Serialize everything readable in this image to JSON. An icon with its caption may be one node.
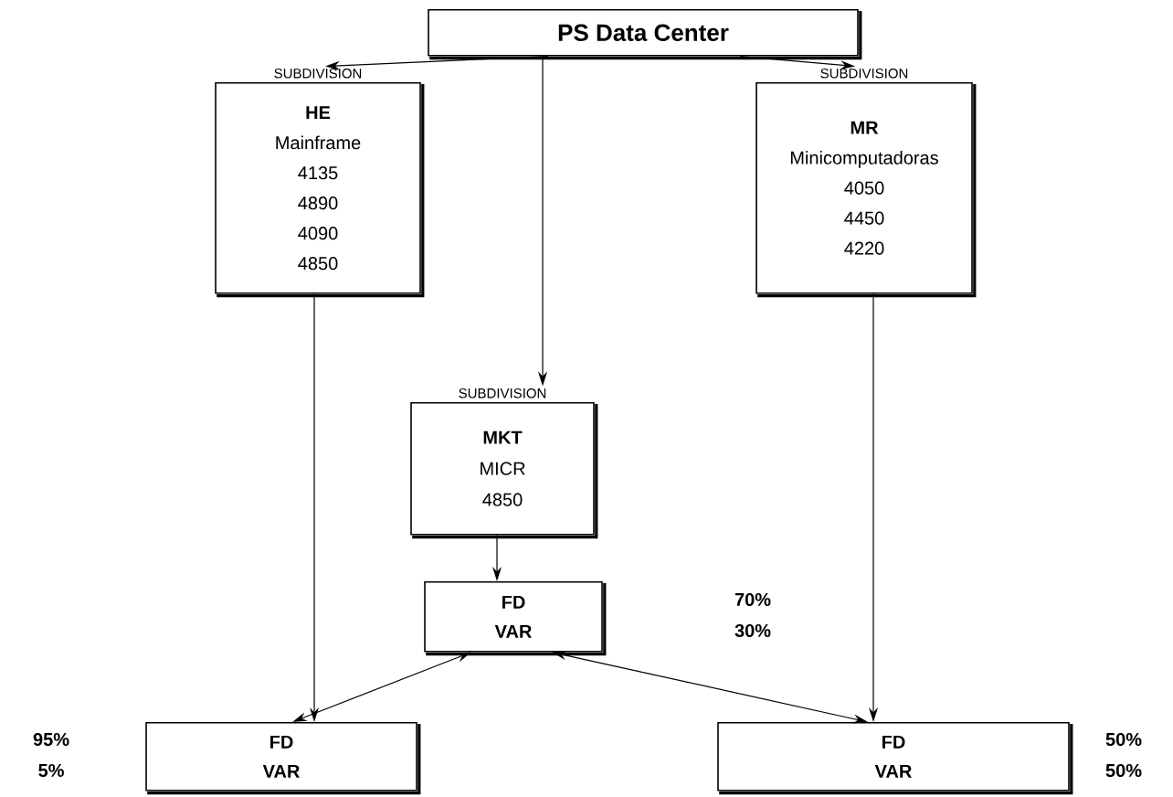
{
  "diagram": {
    "nodes": [
      {
        "text": [
          "PS Data Center"
        ]
      },
      {
        "text": [
          "SUBDIVISION",
          "HE",
          "Mainframe",
          "4135",
          "4890",
          "4090",
          "4850"
        ]
      },
      {
        "text": [
          "SUBDIVISION",
          "MR",
          "Minicomputadoras",
          "4050",
          "4450",
          "4220"
        ]
      },
      {
        "text": [
          "SUBDIVISION",
          "MKT",
          "MICR",
          "4850"
        ]
      },
      {
        "text": [
          "FD",
          "VAR"
        ],
        "beside": [
          "70%",
          "30%"
        ]
      },
      {
        "text": [
          "FD",
          "VAR"
        ],
        "beside": [
          "95%",
          "5%"
        ]
      },
      {
        "text": [
          "FD",
          "VAR"
        ],
        "beside": [
          "50%",
          "50%"
        ]
      }
    ],
    "edges": [
      {
        "from": 0,
        "to": 1,
        "arrow": "to"
      },
      {
        "from": 0,
        "to": 3,
        "arrow": "to"
      },
      {
        "from": 0,
        "to": 2,
        "arrow": "to"
      },
      {
        "from": 3,
        "to": 4,
        "arrow": "to"
      },
      {
        "from": 4,
        "to": 5,
        "arrow": "both"
      },
      {
        "from": 4,
        "to": 6,
        "arrow": "both"
      },
      {
        "from": 1,
        "to": 5,
        "arrow": "to"
      },
      {
        "from": 2,
        "to": 6,
        "arrow": "to"
      }
    ]
  }
}
